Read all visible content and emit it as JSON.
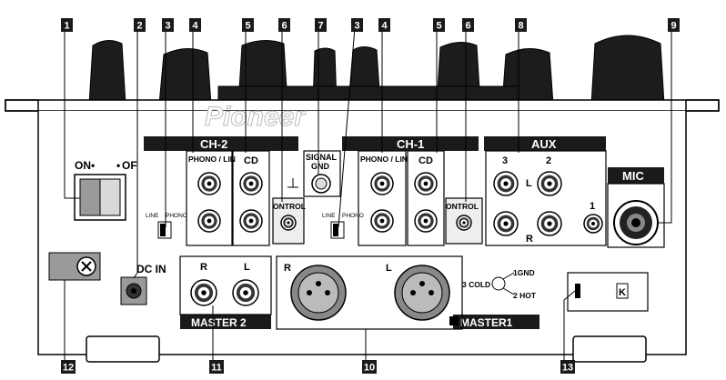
{
  "brand": "Pioneer",
  "callouts": [
    {
      "id": "c1",
      "num": "1"
    },
    {
      "id": "c2",
      "num": "2"
    },
    {
      "id": "c3a",
      "num": "3"
    },
    {
      "id": "c4a",
      "num": "4"
    },
    {
      "id": "c5a",
      "num": "5"
    },
    {
      "id": "c6a",
      "num": "6"
    },
    {
      "id": "c7",
      "num": "7"
    },
    {
      "id": "c3b",
      "num": "3"
    },
    {
      "id": "c4b",
      "num": "4"
    },
    {
      "id": "c5b",
      "num": "5"
    },
    {
      "id": "c6b",
      "num": "6"
    },
    {
      "id": "c8",
      "num": "8"
    },
    {
      "id": "c9",
      "num": "9"
    },
    {
      "id": "c12",
      "num": "12"
    },
    {
      "id": "c11",
      "num": "11"
    },
    {
      "id": "c10",
      "num": "10"
    },
    {
      "id": "c13",
      "num": "13"
    }
  ],
  "labels": {
    "on": "ON",
    "off": "OF",
    "ch2": "CH-2",
    "ch1": "CH-1",
    "aux": "AUX",
    "mic": "MIC",
    "phono_line_ch2": "PHONO / LIN",
    "phono_line_ch1": "PHONO / LIN",
    "cd_ch2": "CD",
    "cd_ch1": "CD",
    "control_ch2": "ONTROL",
    "control_ch1": "ONTROL",
    "signal_gnd_1": "SIGNAL",
    "signal_gnd_2": "GND",
    "line_ch2": "LINE",
    "phono_ch2": "PHONO",
    "line_ch1": "LINE",
    "phono_ch1": "PHONO",
    "aux_3": "3",
    "aux_2": "2",
    "aux_1": "1",
    "aux_l": "L",
    "aux_r": "R",
    "dc_in": "DC IN",
    "master2": "MASTER 2",
    "master1": "MASTER1",
    "master2_r": "R",
    "master2_l": "L",
    "master1_r": "R",
    "master1_l": "L",
    "pin_1gnd": "1GND",
    "pin_3cold": "3 COLD",
    "pin_2hot": "2 HOT"
  },
  "colors": {
    "callout_bg": "#1a1a1a",
    "callout_text": "#ffffff",
    "band": "#1a1a1a",
    "panel": "#ffffff",
    "knob": "#1c1c1c",
    "gray": "#9a9a9a",
    "light_gray": "#d9d9d9"
  }
}
